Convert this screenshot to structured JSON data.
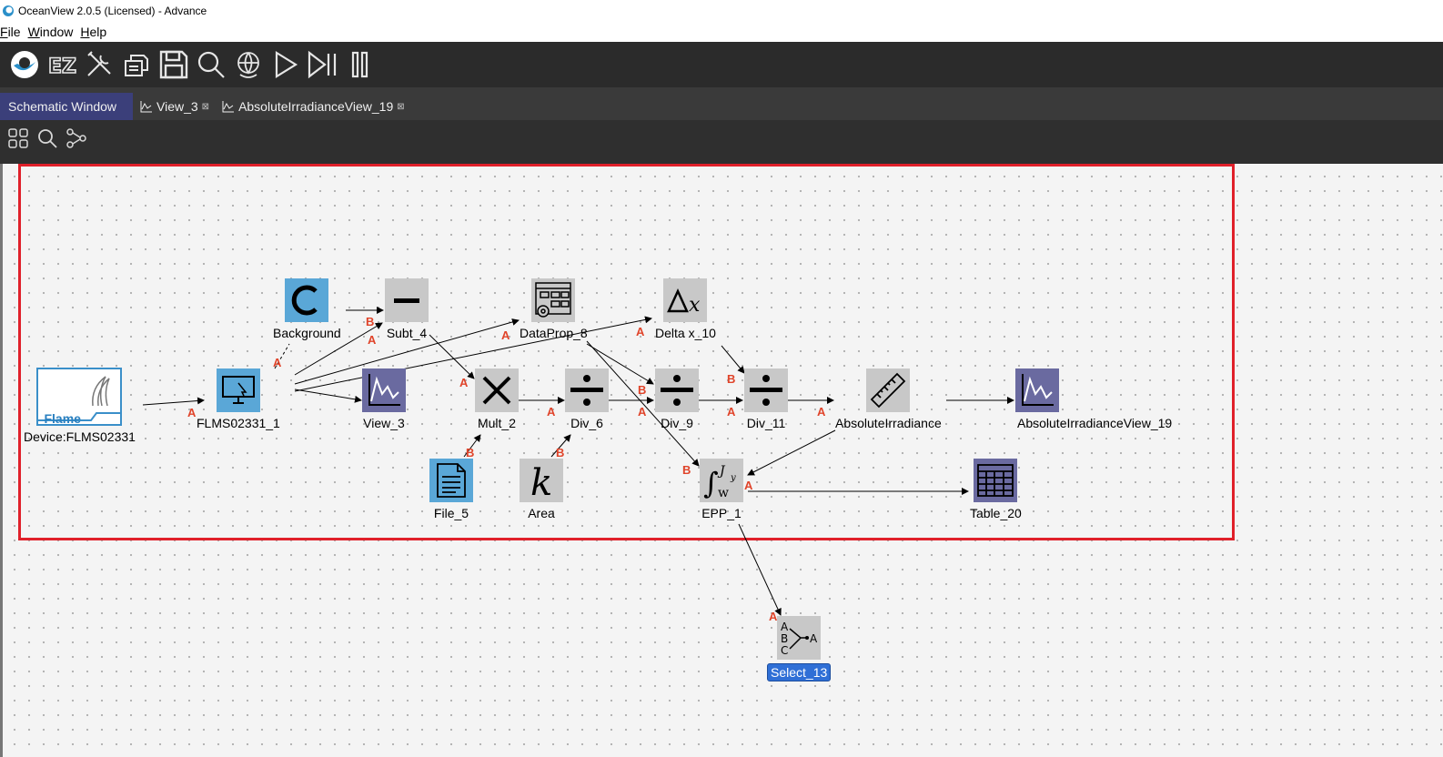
{
  "window": {
    "title": "OceanView 2.0.5 (Licensed) - Advance"
  },
  "menu": {
    "file": "File",
    "window": "Window",
    "help": "Help"
  },
  "toolbar": {
    "buttons": [
      "oceanview-logo-icon",
      "ez-icon",
      "tools-icon",
      "export-icon",
      "save-icon",
      "search-icon",
      "globe-icon",
      "play-icon",
      "step-icon",
      "pause-icon"
    ]
  },
  "tabs": [
    {
      "label": "Schematic Window",
      "active": true
    },
    {
      "label": "View_3",
      "active": false
    },
    {
      "label": "AbsoluteIrradianceView_19",
      "active": false
    }
  ],
  "subtoolbar": {
    "buttons": [
      "grid-icon",
      "zoom-icon",
      "share-nodes-icon"
    ]
  },
  "nodes": {
    "flame_text": "Flame",
    "device": "Device:FLMS02331",
    "flms": "FLMS02331_1",
    "background": "Background",
    "subt": "Subt_4",
    "view3": "View_3",
    "dataprop": "DataProp_8",
    "deltax": "Delta x_10",
    "mult": "Mult_2",
    "div6": "Div_6",
    "div9": "Div_9",
    "div11": "Div_11",
    "absirr": "AbsoluteIrradiance",
    "absview": "AbsoluteIrradianceView_19",
    "file5": "File_5",
    "area": "Area",
    "epp": "EPP_1",
    "table": "Table_20",
    "select": "Select_13"
  },
  "ports": {
    "a": "A",
    "b": "B"
  },
  "colors": {
    "highlight": "#e0202a",
    "port_label": "#e0442a",
    "selected": "#2f6fd6",
    "active_tab": "#3b3f7a"
  }
}
